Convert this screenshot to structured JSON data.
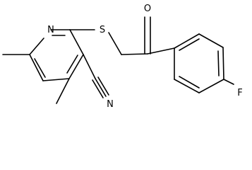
{
  "molecule": {
    "atoms": {
      "nitrogen_ring": "N",
      "sulfur": "S",
      "oxygen": "O",
      "nitrile_nitrogen": "N",
      "fluorine": "F"
    }
  },
  "colors": {
    "background": "#ffffff",
    "bond": "#000000",
    "label": "#000000"
  }
}
